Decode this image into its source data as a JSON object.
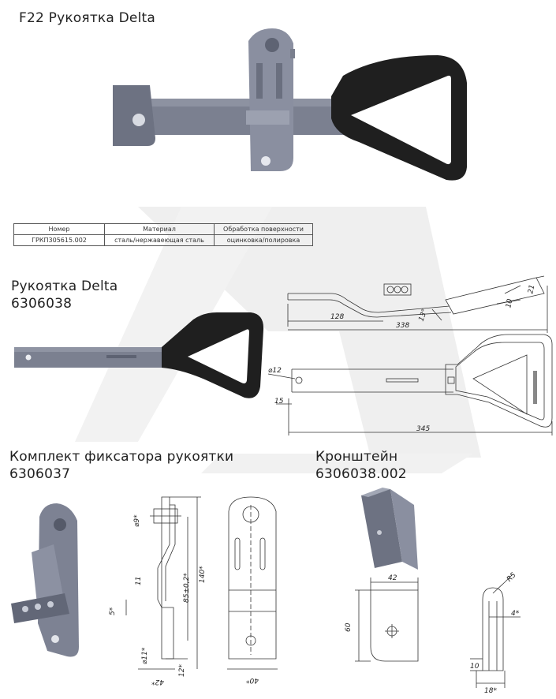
{
  "header": {
    "title": "F22 Рукоятка Delta"
  },
  "spec_table": {
    "headers": [
      "Номер",
      "Материал",
      "Обработка поверхности"
    ],
    "row": [
      "ГРКП305615.002",
      "сталь/нержавеющая сталь",
      "оцинковка/полировка"
    ]
  },
  "handle": {
    "title": "Рукоятка Delta",
    "code": "6306038"
  },
  "handle_drawing": {
    "dims": [
      "128",
      "338",
      "13°",
      "21",
      "10",
      "⌀12",
      "15",
      "345"
    ]
  },
  "latch_kit": {
    "title": "Комплект фиксатора рукоятки",
    "code": "6306037"
  },
  "latch_drawing": {
    "dims": [
      "⌀9*",
      "11",
      "5*",
      "85±0,2*",
      "140*",
      "⌀11*",
      "12*",
      "42*",
      "40*"
    ]
  },
  "bracket": {
    "title": "Кронштейн",
    "code": "6306038.002"
  },
  "bracket_drawing": {
    "dims": [
      "42",
      "60",
      "R5",
      "4*",
      "10",
      "18*"
    ]
  },
  "colors": {
    "metal": "#7a7e8e",
    "metal_dark": "#5b5f6e",
    "rubber": "#1e1e1e",
    "watermark": "#ececec"
  }
}
